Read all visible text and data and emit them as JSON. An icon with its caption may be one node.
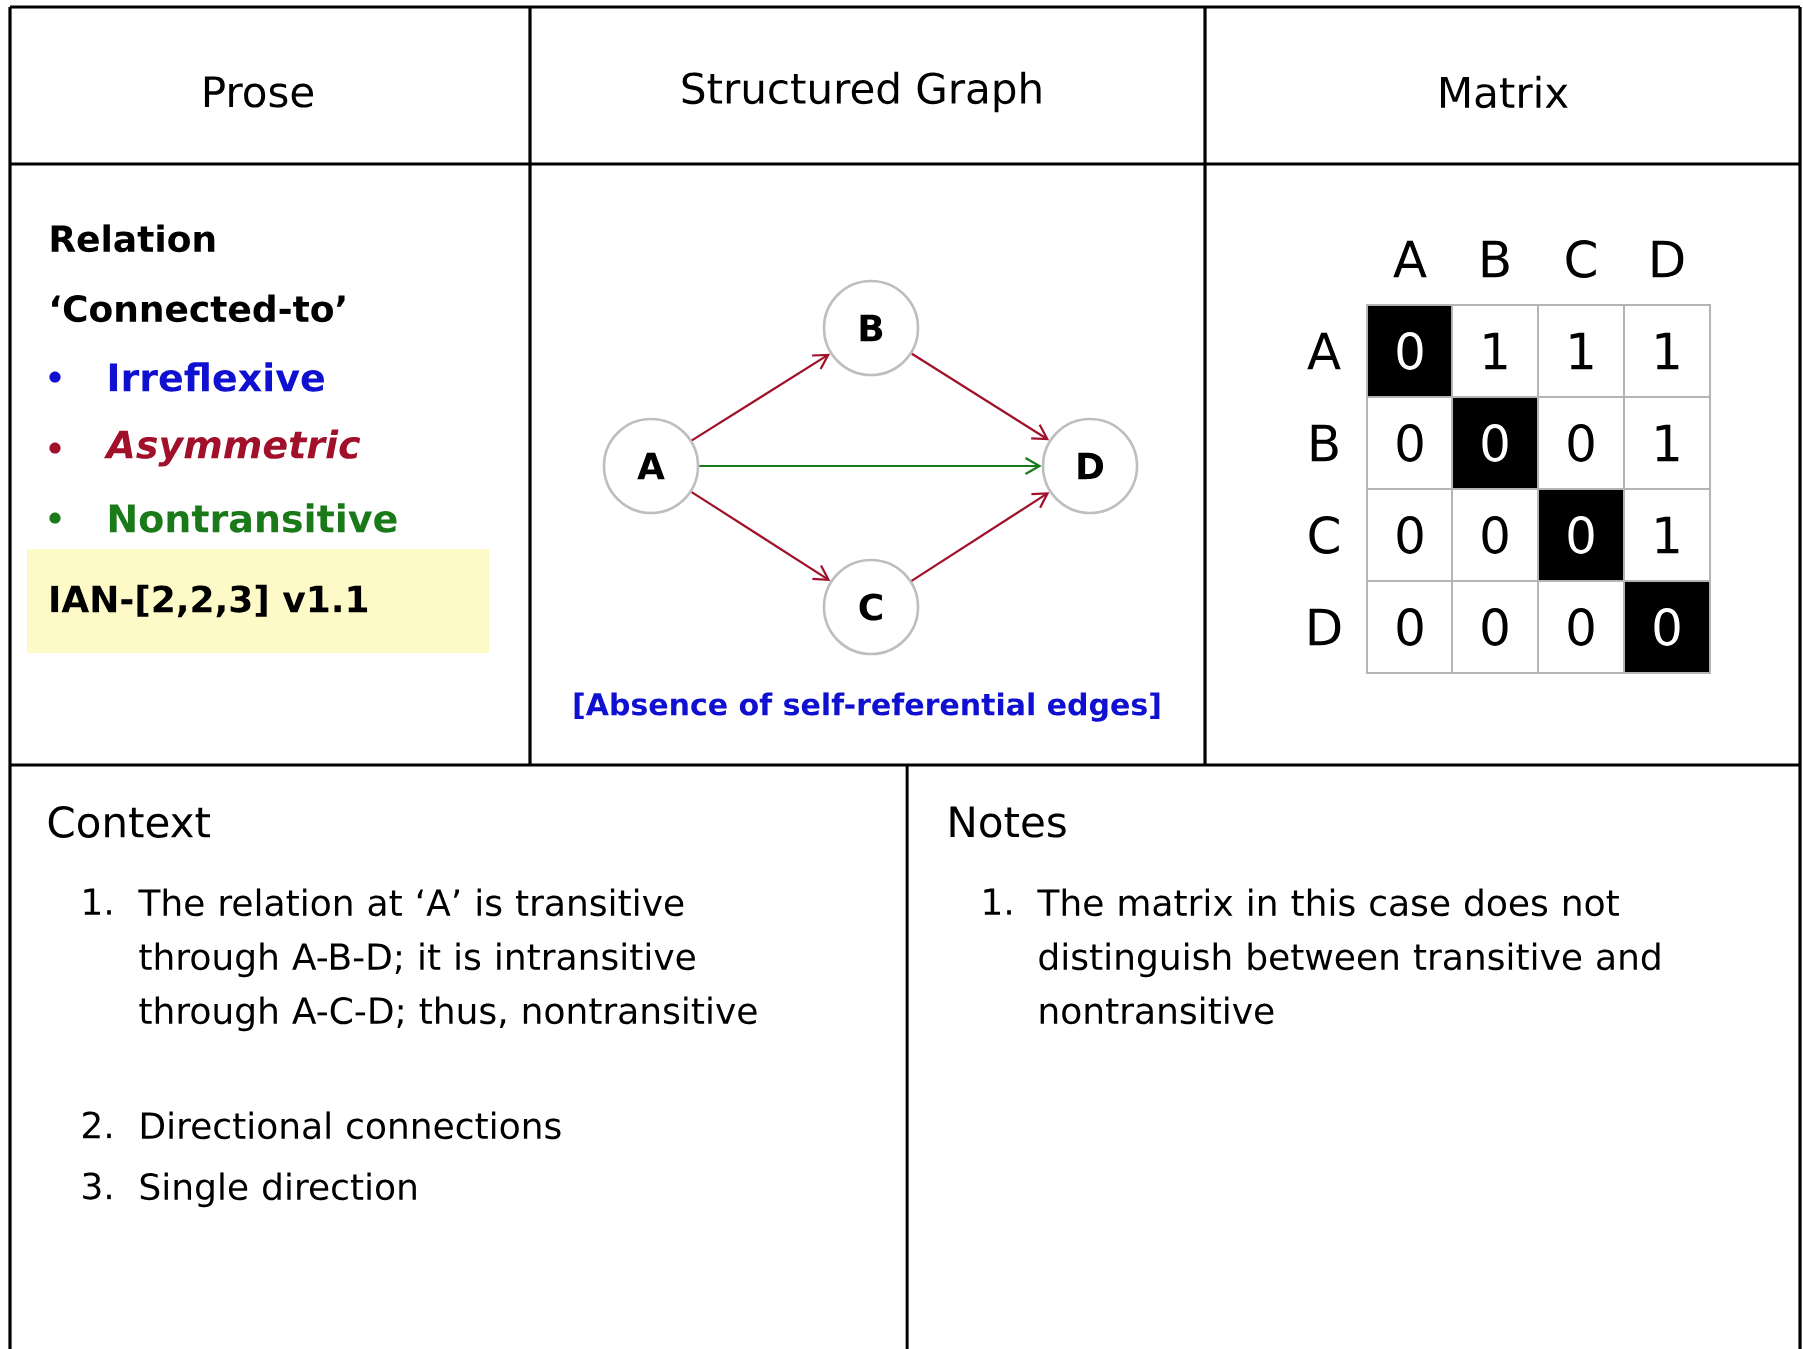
{
  "diagram": {
    "nodes": [
      {
        "text": [
          "IAN-[2,2,3] v1.1"
        ]
      },
      {
        "text": [
          "A"
        ]
      },
      {
        "text": [
          "B"
        ]
      },
      {
        "text": [
          "C"
        ]
      },
      {
        "text": [
          "D"
        ]
      }
    ],
    "edges": [
      {
        "from": 1,
        "to": 2,
        "arrow": "to"
      },
      {
        "from": 2,
        "to": 4,
        "arrow": "to"
      },
      {
        "from": 1,
        "to": 4,
        "arrow": "to",
        "color": "#1a7a1a"
      },
      {
        "from": 1,
        "to": 3,
        "arrow": "to"
      },
      {
        "from": 3,
        "to": 4,
        "arrow": "to"
      }
    ],
    "labels": [
      "Prose",
      "Structured Graph",
      "Matrix",
      "Relation ‘Connected-to’",
      "Irreflexive",
      "Asymmetric",
      "Nontransitive",
      "[Absence of self-referential edges]",
      "A",
      "B",
      "C",
      "D",
      "A",
      "0",
      "1",
      "1",
      "1",
      "B",
      "0",
      "0",
      "0",
      "1",
      "C",
      "0",
      "0",
      "0",
      "1",
      "D",
      "0",
      "0",
      "0",
      "0",
      "Context",
      "1.",
      "The relation at ‘A’ is transitive through A-B-D; it is intransitive through A-C-D; thus, nontransitive",
      "2.",
      "Directional connections",
      "3.",
      "Single direction",
      "Notes",
      "1.",
      "The matrix in this case does not distinguish between transitive and nontransitive"
    ]
  }
}
